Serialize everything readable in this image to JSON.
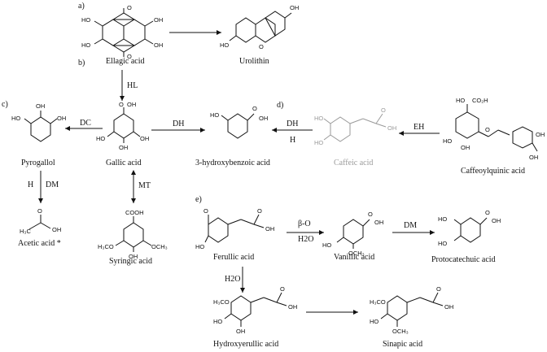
{
  "sections": {
    "a": "a)",
    "b": "b)",
    "c": "c)",
    "d": "d)",
    "e": "e)"
  },
  "compounds": {
    "ellagic": "Ellagic acid",
    "urolithin": "Urolithin",
    "gallic": "Gallic acid",
    "pyrogallol": "Pyrogallol",
    "acetic": "Acetic acid *",
    "syringic": "Syringic acid",
    "hydroxybenzoic": "3-hydroxybenzoic acid",
    "caffeic": "Caffeic acid",
    "caffeoylquinic": "Caffeoylquinic acid",
    "ferulic": "Ferullic acid",
    "vanillic": "Vanillic acid",
    "protocatechuic": "Protocatechuic acid",
    "hydroxyferulic": "Hydroxyerullic acid",
    "sinapic": "Sinapic acid"
  },
  "reactions": {
    "hl": "HL",
    "dc": "DC",
    "dh1": "DH",
    "dh2": "DH",
    "h2": "H",
    "eh": "EH",
    "mt": "MT",
    "h_left": "H",
    "dm_left": "DM",
    "beta_o": "β-O",
    "h2o_1": "H2O",
    "dm2": "DM",
    "h2o_2": "H2O"
  },
  "colors": {
    "ink": "#111111",
    "faded": "#9a9a9a",
    "background": "#ffffff"
  }
}
